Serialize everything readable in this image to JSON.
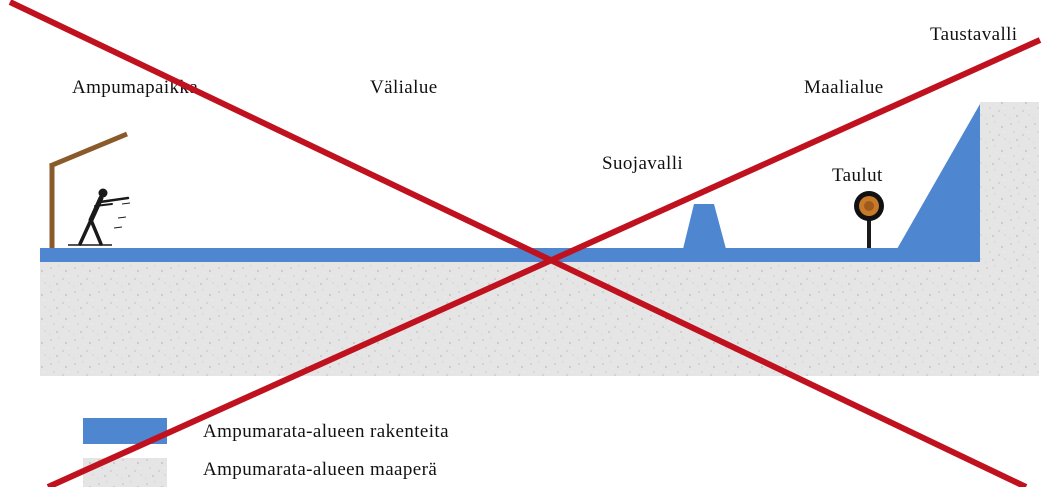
{
  "labels": {
    "shooting_place": "Ampumapaikka",
    "intermediate_area": "Välialue",
    "target_area": "Maalialue",
    "backstop": "Taustavalli",
    "protective_wall": "Suojavalli",
    "targets": "Taulut"
  },
  "legend": {
    "structures": "Ampumarata-alueen rakenteita",
    "soil": "Ampumarata-alueen maaperä"
  },
  "colors": {
    "structure_blue": "#4f86d0",
    "soil": "#e6e6e6",
    "cross_red": "#c0111f",
    "shelter_brown": "#8b5a2b",
    "target_orange": "#c87a2a"
  }
}
